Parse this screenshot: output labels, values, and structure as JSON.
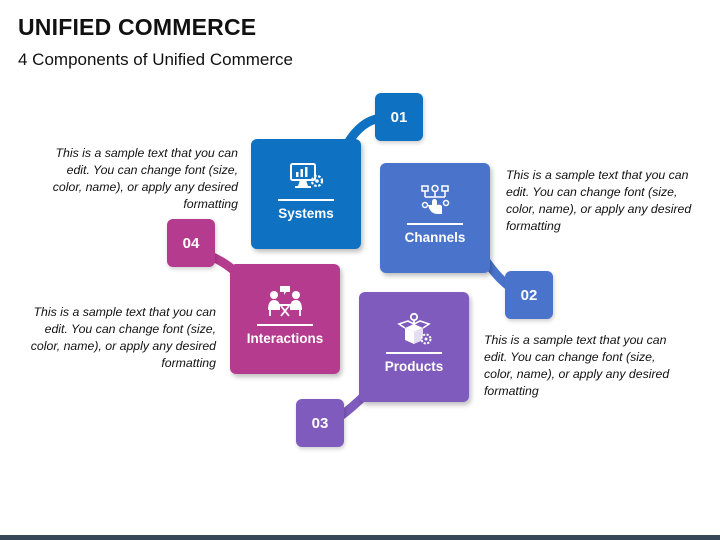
{
  "header": {
    "title": "UNIFIED COMMERCE",
    "subtitle": "4 Components of Unified Commerce"
  },
  "components": [
    {
      "number": "01",
      "label": "Systems",
      "icon": "monitor-gear-icon",
      "color": "#0e71c1",
      "text": "This is a sample text that you can edit. You can change font (size, color, name), or apply any desired formatting"
    },
    {
      "number": "02",
      "label": "Channels",
      "icon": "network-touch-icon",
      "color": "#4a74cc",
      "text": "This is a sample text that you can edit. You can change font (size, color, name), or apply any desired formatting"
    },
    {
      "number": "03",
      "label": "Products",
      "icon": "open-box-gear-icon",
      "color": "#7f5bbd",
      "text": "This is a sample text that you can edit. You can change font (size, color, name), or apply any desired formatting"
    },
    {
      "number": "04",
      "label": "Interactions",
      "icon": "meeting-people-icon",
      "color": "#b43b8e",
      "text": "This is a sample text that you can edit. You can change font (size, color, name), or apply any desired formatting"
    }
  ],
  "colors": {
    "systems": "#0e71c1",
    "channels": "#4a74cc",
    "products": "#7f5bbd",
    "interactions": "#b43b8e",
    "footer": "#37475a"
  }
}
